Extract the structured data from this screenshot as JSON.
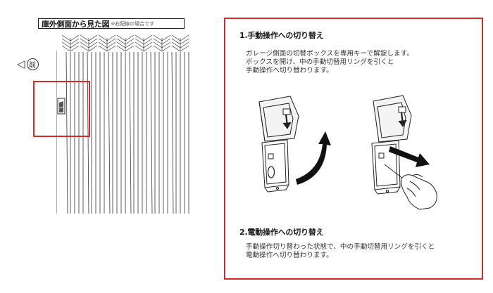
{
  "side_view": {
    "title": "庫外側面から見た図",
    "note": "※右配線の場合です",
    "front_arrow": "◁",
    "front_label": "前"
  },
  "highlight_color": "#d42a2a",
  "instructions": {
    "section1": {
      "heading": "1.手動操作への切り替え",
      "lines": [
        "ガレージ側面の切替ボックスを専用キーで解錠します。",
        "ボックスを開け、中の手動切替用リングを引くと",
        "手動操作へ切り替わります。"
      ]
    },
    "section2": {
      "heading": "2.電動操作への切り替え",
      "lines": [
        "手動操作切り替わった状態で、中の手動切替用リングを引くと",
        "電動操作へ切り替わります。"
      ]
    }
  }
}
